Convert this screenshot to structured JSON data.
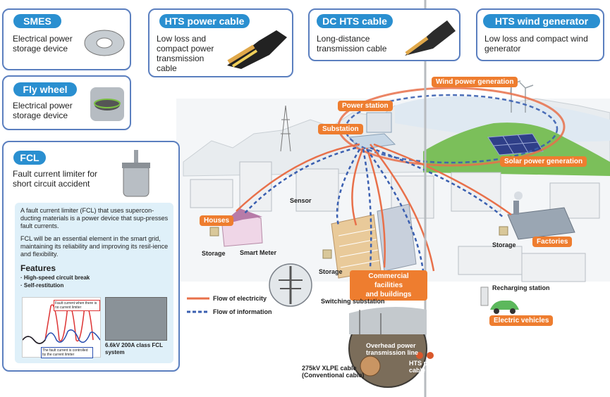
{
  "cards": {
    "smes": {
      "title": "SMES",
      "desc": "Electrical power\nstorage device"
    },
    "hts_cable": {
      "title": "HTS power cable",
      "desc": "Low loss and\ncompact power\ntransmission\ncable"
    },
    "dc_hts": {
      "title": "DC HTS cable",
      "desc": "Long-distance\ntransmission cable"
    },
    "wind_gen": {
      "title": "HTS wind generator",
      "desc": "Low loss and compact wind\ngenerator"
    },
    "flywheel": {
      "title": "Fly wheel",
      "desc": "Electrical power\nstorage device"
    },
    "fcl": {
      "title": "FCL",
      "desc": "Fault current limiter for\nshort circuit accident",
      "info_p1": "A fault current limiter (FCL) that uses supercon-ducting materials is a power device that sup-presses fault currents.",
      "info_p2": "FCL will be an essential element in the smart grid, maintaining its reliability and improving its resil-ience and flexibility.",
      "features_title": "Features",
      "features": [
        "· High-speed circuit break",
        "· Self-restitution"
      ],
      "chart_note_top": "Fault current when there is no current limiter",
      "chart_note_bottom": "The fault current is controlled by the current limiter",
      "photo_caption": "6.6kV 200A class FCL\nsystem"
    }
  },
  "labels": {
    "wind_power": "Wind power generation",
    "power_station": "Power station",
    "substation": "Substation",
    "solar_power": "Solar power generation",
    "houses": "Houses",
    "factories": "Factories",
    "commercial": "Commercial facilities\nand buildings",
    "electric_vehicles": "Electric vehicles",
    "sensor": "Sensor",
    "storage_1": "Storage",
    "storage_2": "Storage",
    "storage_3": "Storage",
    "smart_meter": "Smart Meter",
    "switching_substation": "Switching substation",
    "recharging_station": "Recharging station",
    "overhead_line": "Overhead power\ntransmission line",
    "hts_power_cable": "HTS power\ncable",
    "xlpe_cable": "275kV XLPE cable\n(Conventional cable)"
  },
  "legend": {
    "electricity": "Flow of electricity",
    "information": "Flow of information"
  },
  "colors": {
    "accent_blue": "#2a8fd0",
    "card_border": "#5b7fbf",
    "electricity": "#e8704a",
    "information": "#3a5fb0",
    "label_orange": "#ee7d2f"
  }
}
